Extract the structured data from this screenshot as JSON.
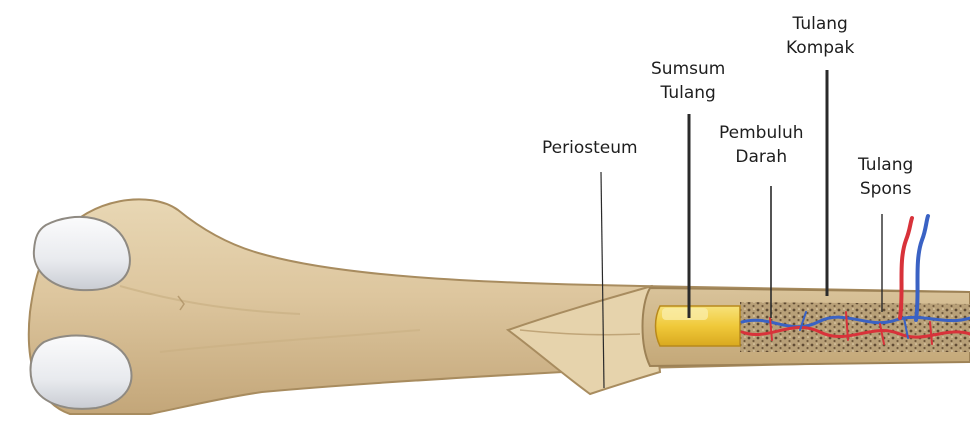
{
  "labels": {
    "periosteum": "Periosteum",
    "marrow": [
      "Sumsum",
      "Tulang"
    ],
    "vessels": [
      "Pembuluh",
      "Darah"
    ],
    "compact": [
      "Tulang",
      "Kompak"
    ],
    "spongy": [
      "Tulang",
      "Spons"
    ]
  },
  "colors": {
    "bone": "#ddc9a3",
    "bone_shadow": "#b69a6c",
    "cartilage": "#eef0f2",
    "marrow": "#f2d04a",
    "artery": "#d8323a",
    "vein": "#3a62c4",
    "leader": "#2a2a2a"
  }
}
